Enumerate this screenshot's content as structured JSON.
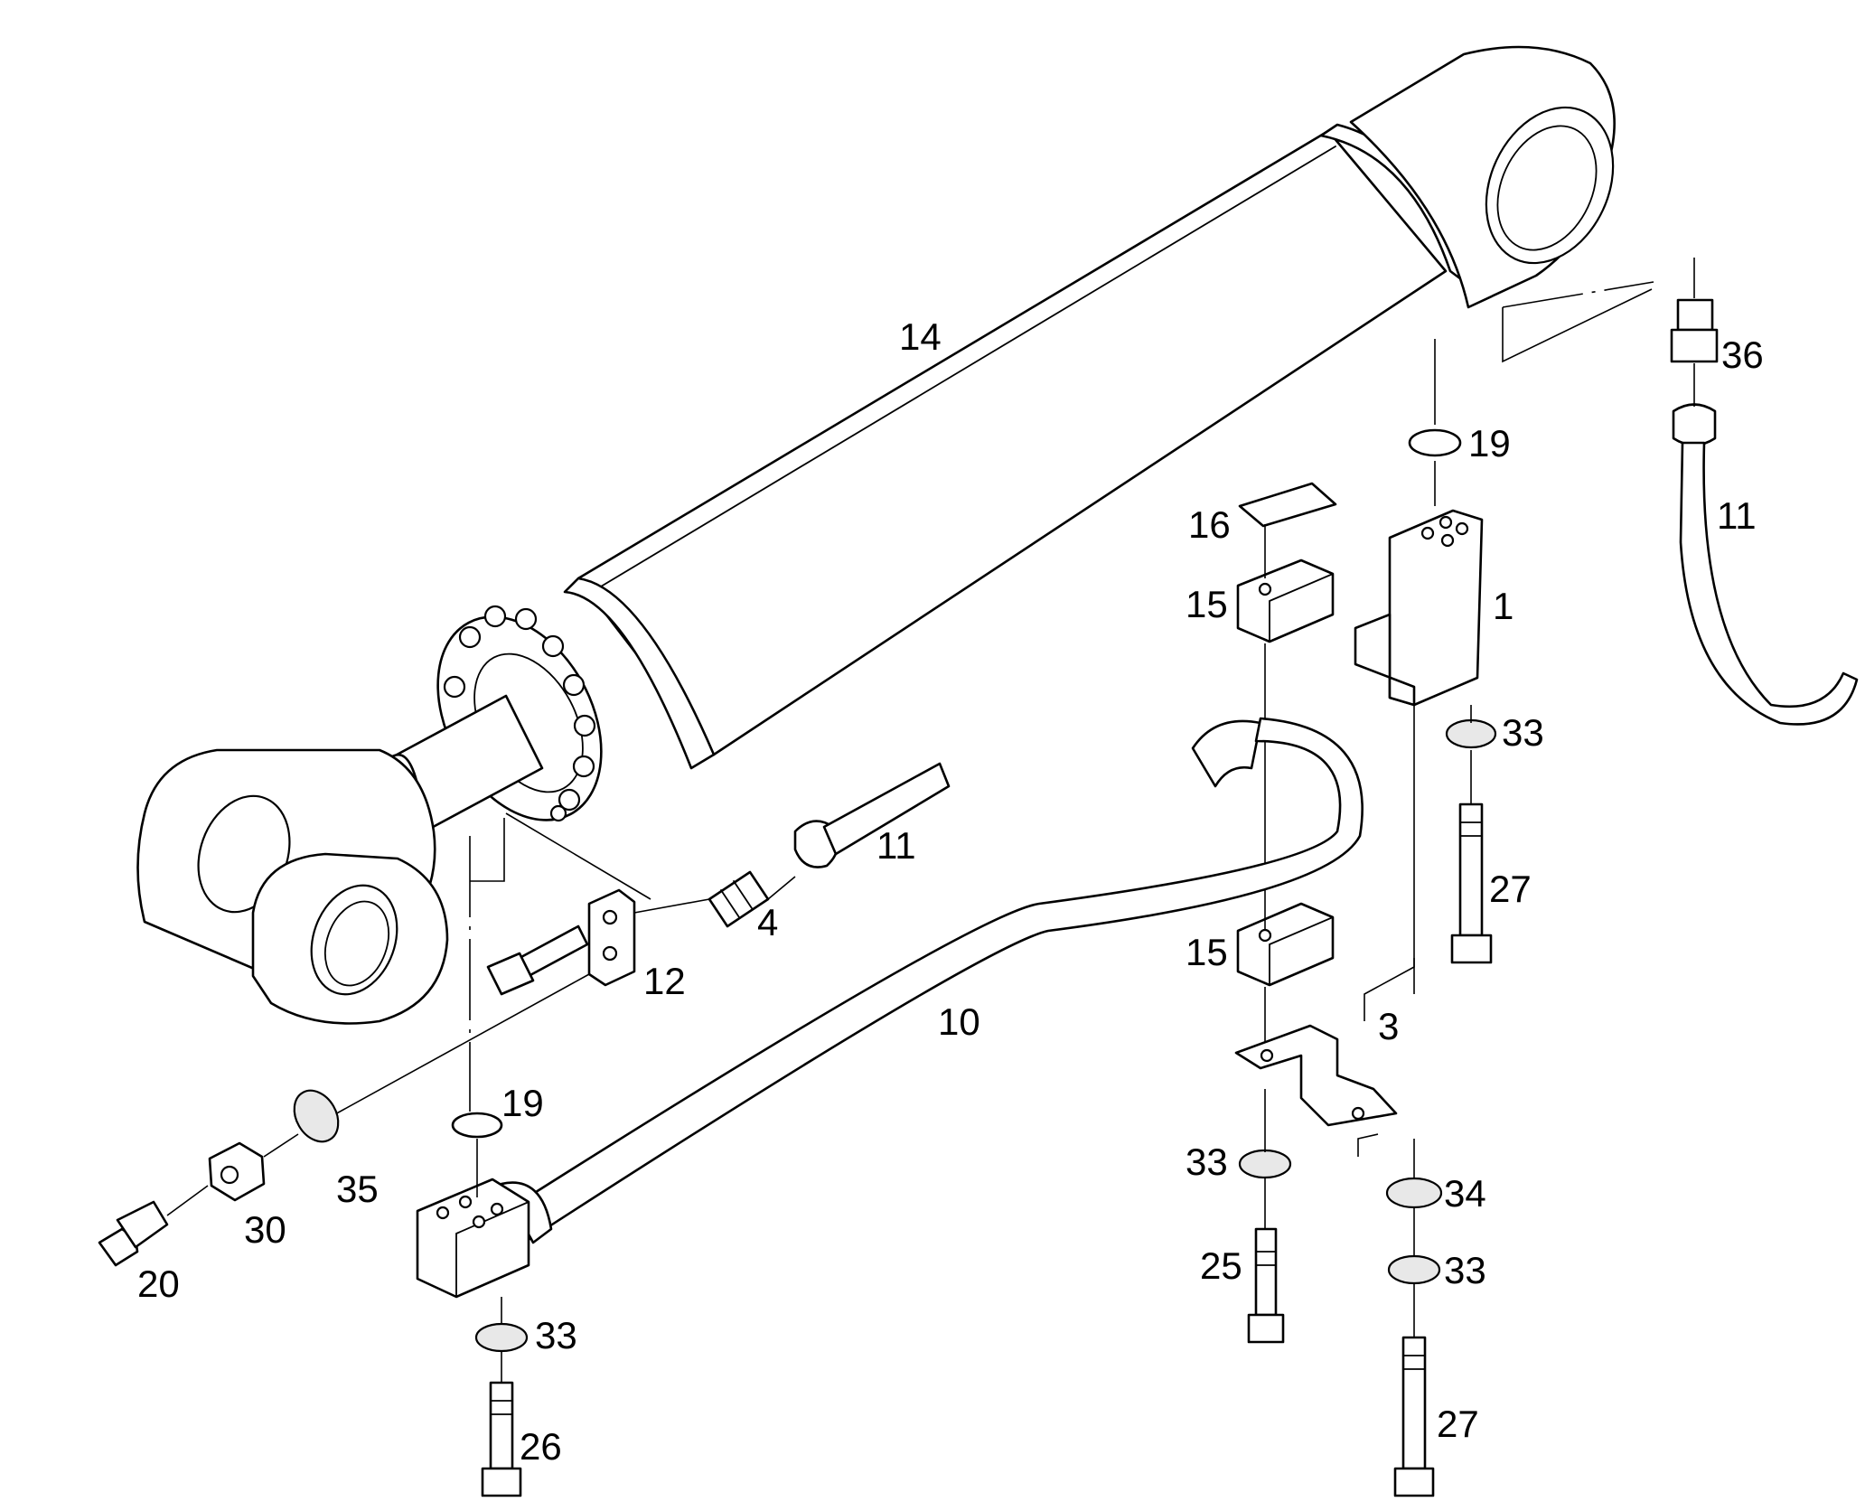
{
  "callouts": {
    "c1": "1",
    "c3": "3",
    "c4": "4",
    "c10": "10",
    "c11_right": "11",
    "c11_mid": "11",
    "c12": "12",
    "c14": "14",
    "c15_upper": "15",
    "c15_lower": "15",
    "c16": "16",
    "c19_right": "19",
    "c19_left": "19",
    "c20": "20",
    "c25": "25",
    "c26": "26",
    "c27_upper": "27",
    "c27_lower": "27",
    "c30": "30",
    "c33_block": "33",
    "c33_clamp": "33",
    "c33_bracket": "33",
    "c33_left": "33",
    "c34": "34",
    "c35": "35",
    "c36": "36"
  }
}
